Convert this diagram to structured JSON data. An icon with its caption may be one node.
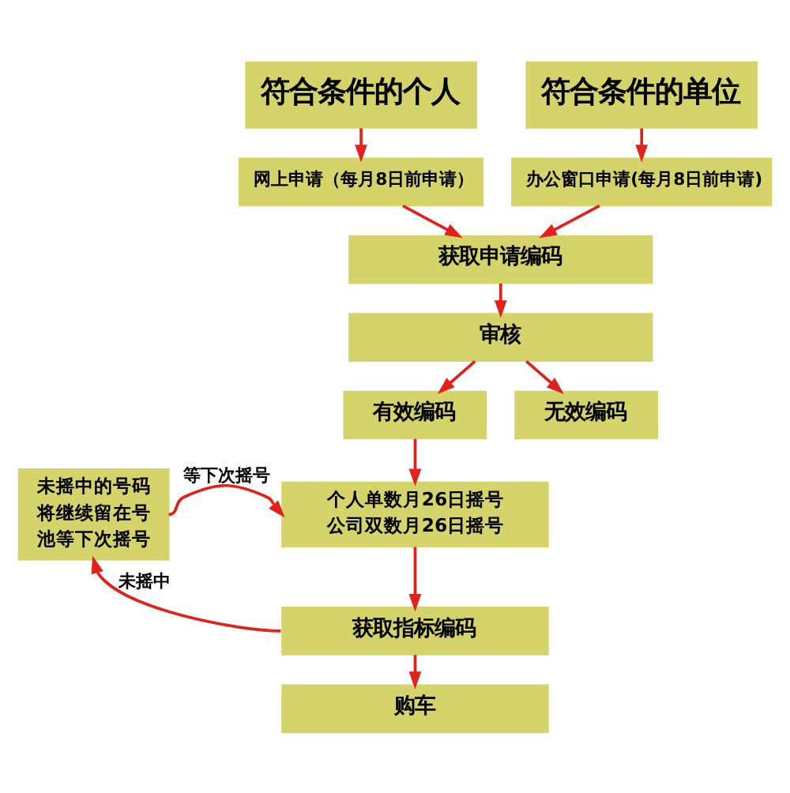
{
  "diagram": {
    "nodes": [
      {
        "text": [
          "符合条件的个人"
        ]
      },
      {
        "text": [
          "符合条件的单位"
        ]
      },
      {
        "text": [
          "网上申请（每月8日前申请）"
        ]
      },
      {
        "text": [
          "办公窗口申请(每月8日前申请)"
        ]
      },
      {
        "text": [
          "获取申请编码"
        ]
      },
      {
        "text": [
          "审核"
        ]
      },
      {
        "text": [
          "有效编码"
        ]
      },
      {
        "text": [
          "无效编码"
        ]
      },
      {
        "text": [
          "个人单数月26日摇号",
          "公司双数月26日摇号"
        ]
      },
      {
        "text": [
          "获取指标编码"
        ]
      },
      {
        "text": [
          "购车"
        ]
      },
      {
        "text": [
          "未摇中的号码将继续留在号池等下次摇号"
        ]
      }
    ],
    "edges": [
      {
        "from": 0,
        "to": 2,
        "arrow": "to"
      },
      {
        "from": 1,
        "to": 3,
        "arrow": "to"
      },
      {
        "from": 2,
        "to": 4,
        "arrow": "to"
      },
      {
        "from": 3,
        "to": 4,
        "arrow": "to"
      },
      {
        "from": 4,
        "to": 5,
        "arrow": "to"
      },
      {
        "from": 5,
        "to": 6,
        "arrow": "to"
      },
      {
        "from": 5,
        "to": 7,
        "arrow": "to"
      },
      {
        "from": 6,
        "to": 8,
        "arrow": "to"
      },
      {
        "from": 11,
        "to": 8,
        "arrow": "to",
        "label": "等下次摇号"
      },
      {
        "from": 8,
        "to": 9,
        "arrow": "to"
      },
      {
        "from": 9,
        "to": 10,
        "arrow": "to"
      },
      {
        "from": 9,
        "to": 11,
        "arrow": "to",
        "label": "未摇中"
      }
    ]
  }
}
